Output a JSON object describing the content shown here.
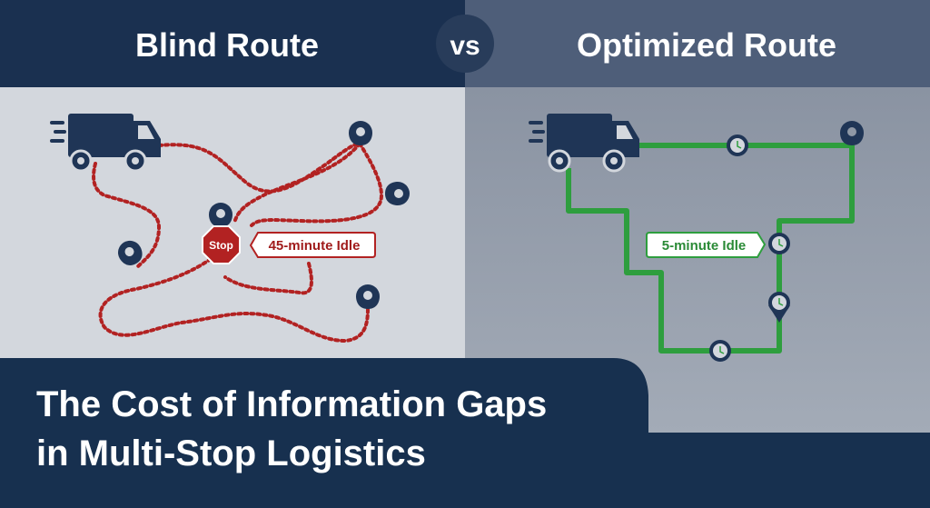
{
  "header": {
    "left_title": "Blind Route",
    "vs_label": "vs",
    "right_title": "Optimized Route"
  },
  "blind_route": {
    "stop_sign_label": "Stop",
    "idle_label": "45-minute Idle"
  },
  "optimized_route": {
    "idle_label": "5-minute Idle"
  },
  "footer": {
    "title_line1": "The Cost of Information Gaps",
    "title_line2": "in Multi-Stop Logistics"
  },
  "colors": {
    "navy": "#1a3050",
    "red": "#b22222",
    "green": "#2e9e3e",
    "left_bg": "#d3d7dd",
    "right_bg": "#8e97a5"
  }
}
